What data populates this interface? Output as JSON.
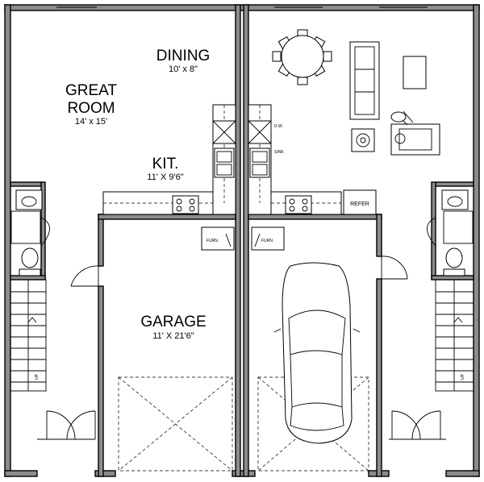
{
  "rooms": {
    "great_room": {
      "name_line1": "GREAT",
      "name_line2": "ROOM",
      "size": "14' x 15'"
    },
    "dining": {
      "name": "DINING",
      "size": "10' x 8\""
    },
    "kitchen": {
      "name": "KIT.",
      "size": "11' X 9'6\""
    },
    "garage": {
      "name": "GARAGE",
      "size": "11' X 21'6\""
    }
  },
  "fixtures": {
    "furnace": "FURN.",
    "dishwasher": "D.W.",
    "sink": "SINK",
    "refrigerator": "REFER",
    "stair_up": "UP"
  }
}
